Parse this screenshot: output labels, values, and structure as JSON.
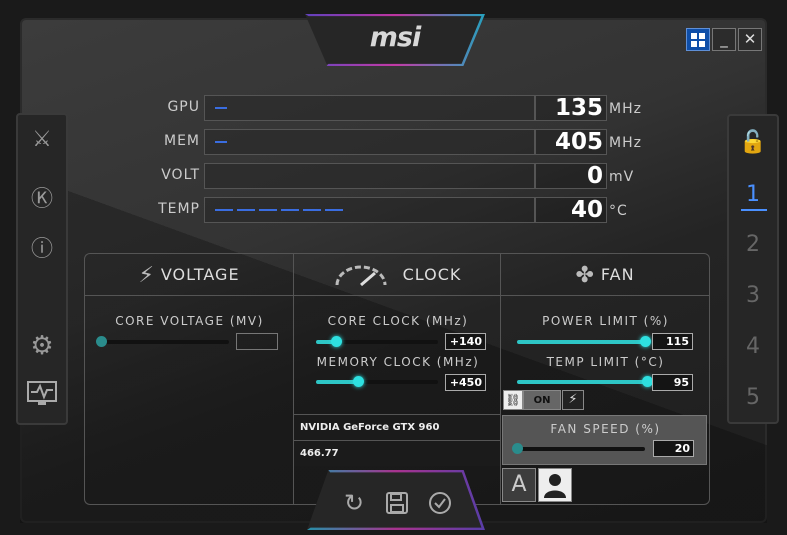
{
  "app": {
    "brand": "msi"
  },
  "window_controls": {
    "win_icon": "windows-icon",
    "minimize": "_",
    "close": "✕"
  },
  "left_sidebar": [
    {
      "name": "oc-scanner-icon",
      "glyph": "⚔"
    },
    {
      "name": "kombustor-icon",
      "glyph": "Ⓚ"
    },
    {
      "name": "info-icon",
      "glyph": "ⓘ"
    },
    {
      "name": "settings-icon",
      "glyph": "⚙"
    },
    {
      "name": "monitor-icon",
      "glyph": "🖵"
    }
  ],
  "right_sidebar": {
    "lock_glyph": "🔓",
    "profiles": [
      "1",
      "2",
      "3",
      "4",
      "5"
    ],
    "active_profile": "1"
  },
  "gauges": [
    {
      "label": "GPU",
      "value": "135",
      "unit": "MHz"
    },
    {
      "label": "MEM",
      "value": "405",
      "unit": "MHz"
    },
    {
      "label": "VOLT",
      "value": "0",
      "unit": "mV"
    },
    {
      "label": "TEMP",
      "value": "40",
      "unit": "°C"
    }
  ],
  "voltage": {
    "title": "VOLTAGE",
    "core_voltage_label": "CORE VOLTAGE  (MV)",
    "core_voltage_value": ""
  },
  "clock": {
    "title": "CLOCK",
    "core_clock_label": "CORE CLOCK  (MHz)",
    "core_clock_value": "+140",
    "memory_clock_label": "MEMORY CLOCK  (MHz)",
    "memory_clock_value": "+450",
    "gpu_name": "NVIDIA GeForce GTX 960",
    "driver_version": "466.77"
  },
  "fan": {
    "title": "FAN",
    "power_limit_label": "POWER LIMIT  (%)",
    "power_limit_value": "115",
    "temp_limit_label": "TEMP LIMIT  (°C)",
    "temp_limit_value": "95",
    "link_toggle": "ON",
    "fan_speed_label": "FAN SPEED  (%)",
    "fan_speed_value": "20",
    "auto_label": "A"
  },
  "colors": {
    "accent": "#2ee0e0",
    "active_profile": "#4a90ff",
    "bar_fill": "#3a6de0"
  }
}
